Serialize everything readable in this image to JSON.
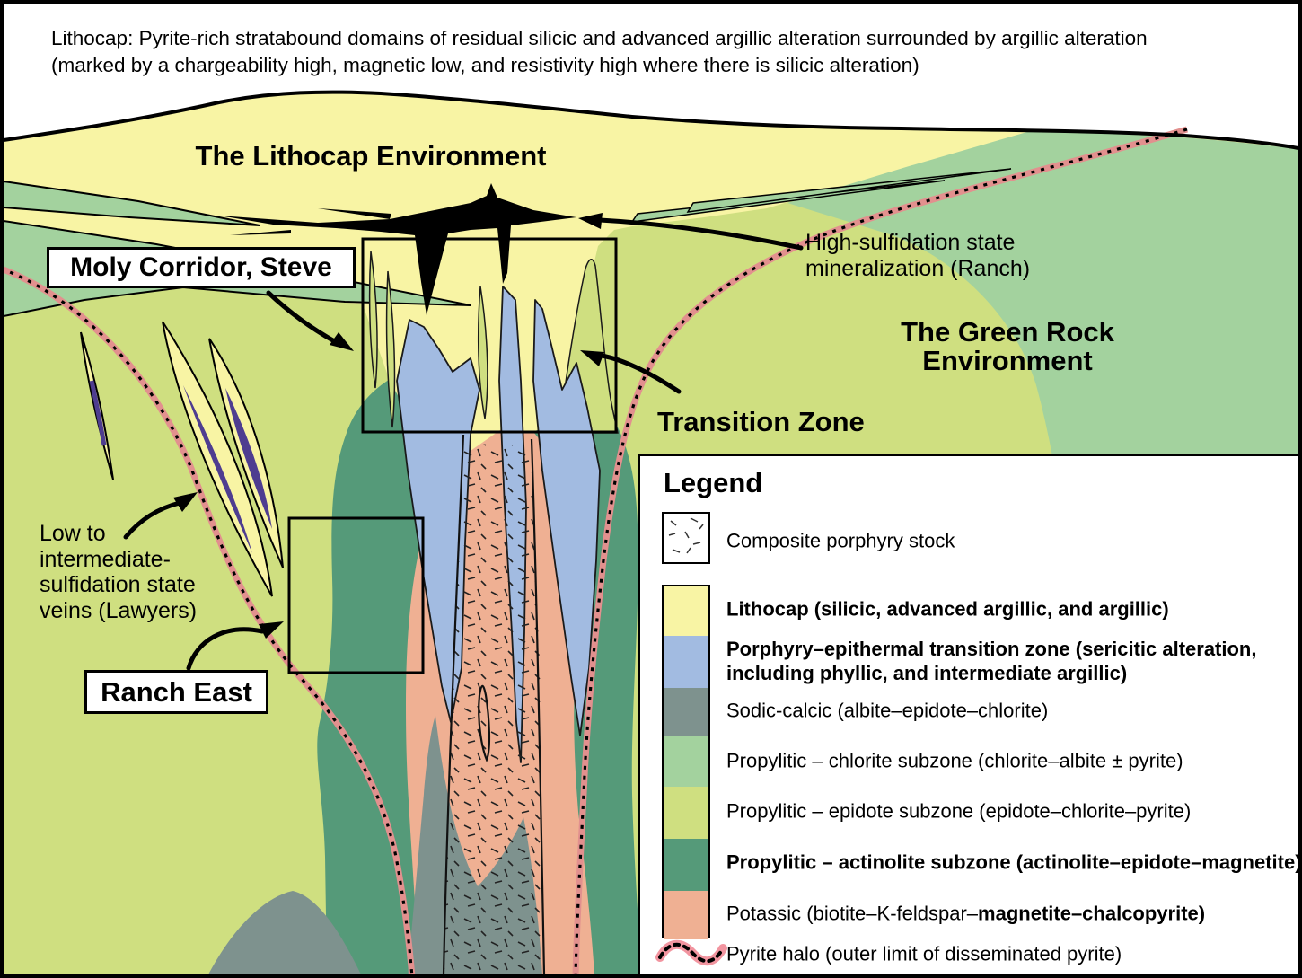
{
  "caption": {
    "line1": "Lithocap: Pyrite-rich stratabound domains of residual silicic and advanced argillic alteration surrounded by argillic alteration",
    "line2": "(marked by a chargeability high, magnetic low, and resistivity high where there is silicic alteration)"
  },
  "map_labels": {
    "lithocap_environment": "The Lithocap Environment",
    "green_rock_environment": [
      "The Green Rock",
      "Environment"
    ],
    "transition_zone": "Transition Zone",
    "moly_corridor": "Moly Corridor, Steve",
    "ranch_east": "Ranch East",
    "high_sulfidation": [
      "High-sulfidation state",
      "mineralization (Ranch)"
    ],
    "lawyers_veins": [
      "Low to",
      "intermediate-",
      "sulfidation state",
      "veins (Lawyers)"
    ]
  },
  "legend": {
    "heading": "Legend",
    "composite_stock": "Composite porphyry stock",
    "lithocap": "Lithocap (silicic, advanced argillic, and argillic)",
    "transition_line1": "Porphyry–epithermal transition zone (sericitic alteration,",
    "transition_line2": "including phyllic, and intermediate argillic)",
    "sodic_calcic": "Sodic-calcic (albite–epidote–chlorite)",
    "propylitic_chlorite": "Propylitic – chlorite subzone (chlorite–albite ± pyrite)",
    "propylitic_epidote": "Propylitic – epidote subzone (epidote–chlorite–pyrite)",
    "propylitic_actinolite": "Propylitic – actinolite subzone (actinolite–epidote–magnetite)",
    "potassic_regular": "Potassic (biotite–K-feldspar–",
    "potassic_bold": "magnetite–chalcopyrite)",
    "pyrite_halo": "Pyrite halo (outer limit of disseminated pyrite)"
  },
  "colors": {
    "lithocap_yellow": "#F8F4A4",
    "transition_blue": "#A2BBE1",
    "sodic_calcic_gray": "#7E928E",
    "chlorite_green": "#A3D29E",
    "epidote_yellow_green": "#CFDF80",
    "actinolite_dark_green": "#559A79",
    "potassic_salmon": "#EFB093",
    "vein_purple": "#4E3D90",
    "pyrite_halo_pink": "#E2908E",
    "mineralization_black": "#000000"
  }
}
